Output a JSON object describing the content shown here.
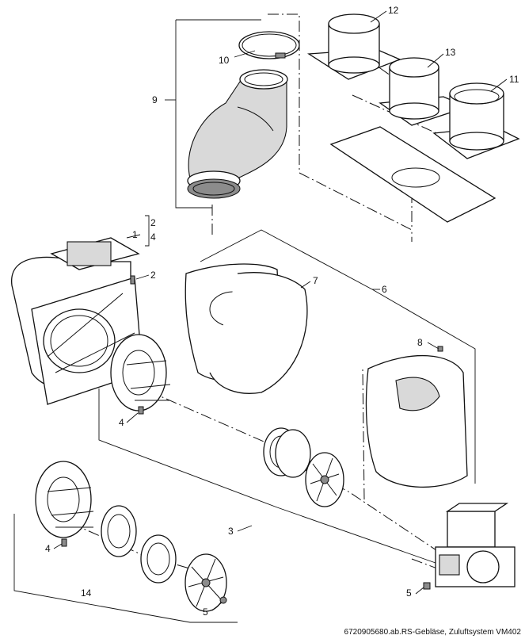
{
  "callouts": {
    "c1": "1",
    "c2a": "2",
    "c2b": "2",
    "c3": "3",
    "c4a": "4",
    "c4b": "4",
    "c4c": "4",
    "c5a": "5",
    "c5b": "5",
    "c6": "6",
    "c7": "7",
    "c8": "8",
    "c9": "9",
    "c10": "10",
    "c11": "11",
    "c12": "12",
    "c13": "13",
    "c14": "14"
  },
  "caption": "6720905680.ab.RS-Gebläse, Zuluftsystem VM402"
}
